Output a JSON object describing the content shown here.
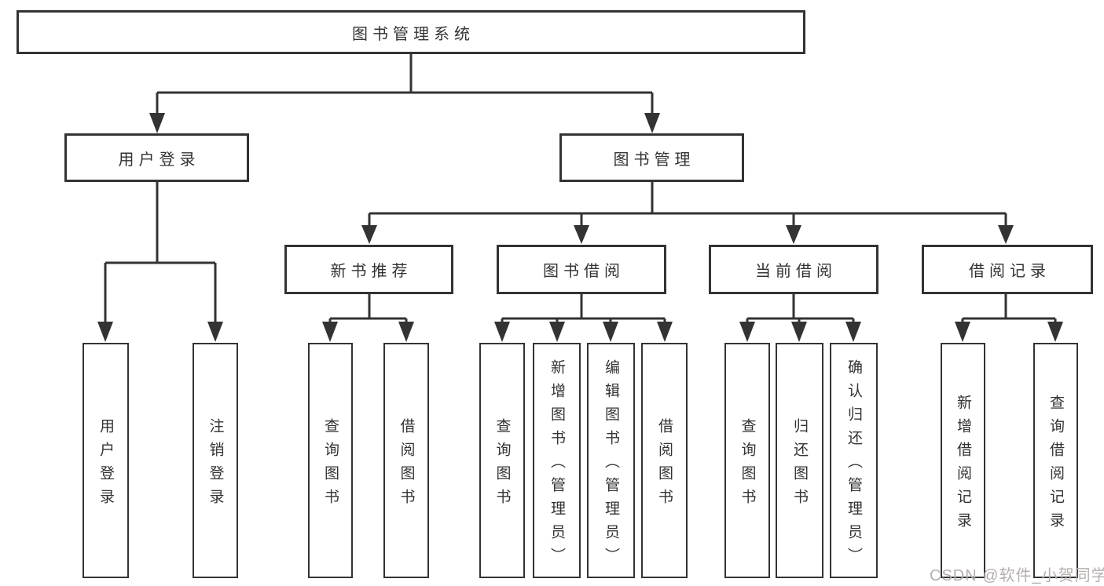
{
  "tree": {
    "label": "图书管理系统",
    "children": [
      {
        "label": "用户登录",
        "children": [
          {
            "label": "用户登录"
          },
          {
            "label": "注销登录"
          }
        ]
      },
      {
        "label": "图书管理",
        "children": [
          {
            "label": "新书推荐",
            "children": [
              {
                "label": "查询图书"
              },
              {
                "label": "借阅图书"
              }
            ]
          },
          {
            "label": "图书借阅",
            "children": [
              {
                "label": "查询图书"
              },
              {
                "label": "新增图书（管理员）"
              },
              {
                "label": "编辑图书（管理员）"
              },
              {
                "label": "借阅图书"
              }
            ]
          },
          {
            "label": "当前借阅",
            "children": [
              {
                "label": "查询图书"
              },
              {
                "label": "归还图书"
              },
              {
                "label": "确认归还（管理员）"
              }
            ]
          },
          {
            "label": "借阅记录",
            "children": [
              {
                "label": "新增借阅记录"
              },
              {
                "label": "查询借阅记录"
              }
            ]
          }
        ]
      }
    ]
  },
  "watermark": "CSDN @软件_小贺同学",
  "colors": {
    "line": "#333333",
    "text": "#333333",
    "background": "#ffffff",
    "watermark": "#b5afae"
  }
}
